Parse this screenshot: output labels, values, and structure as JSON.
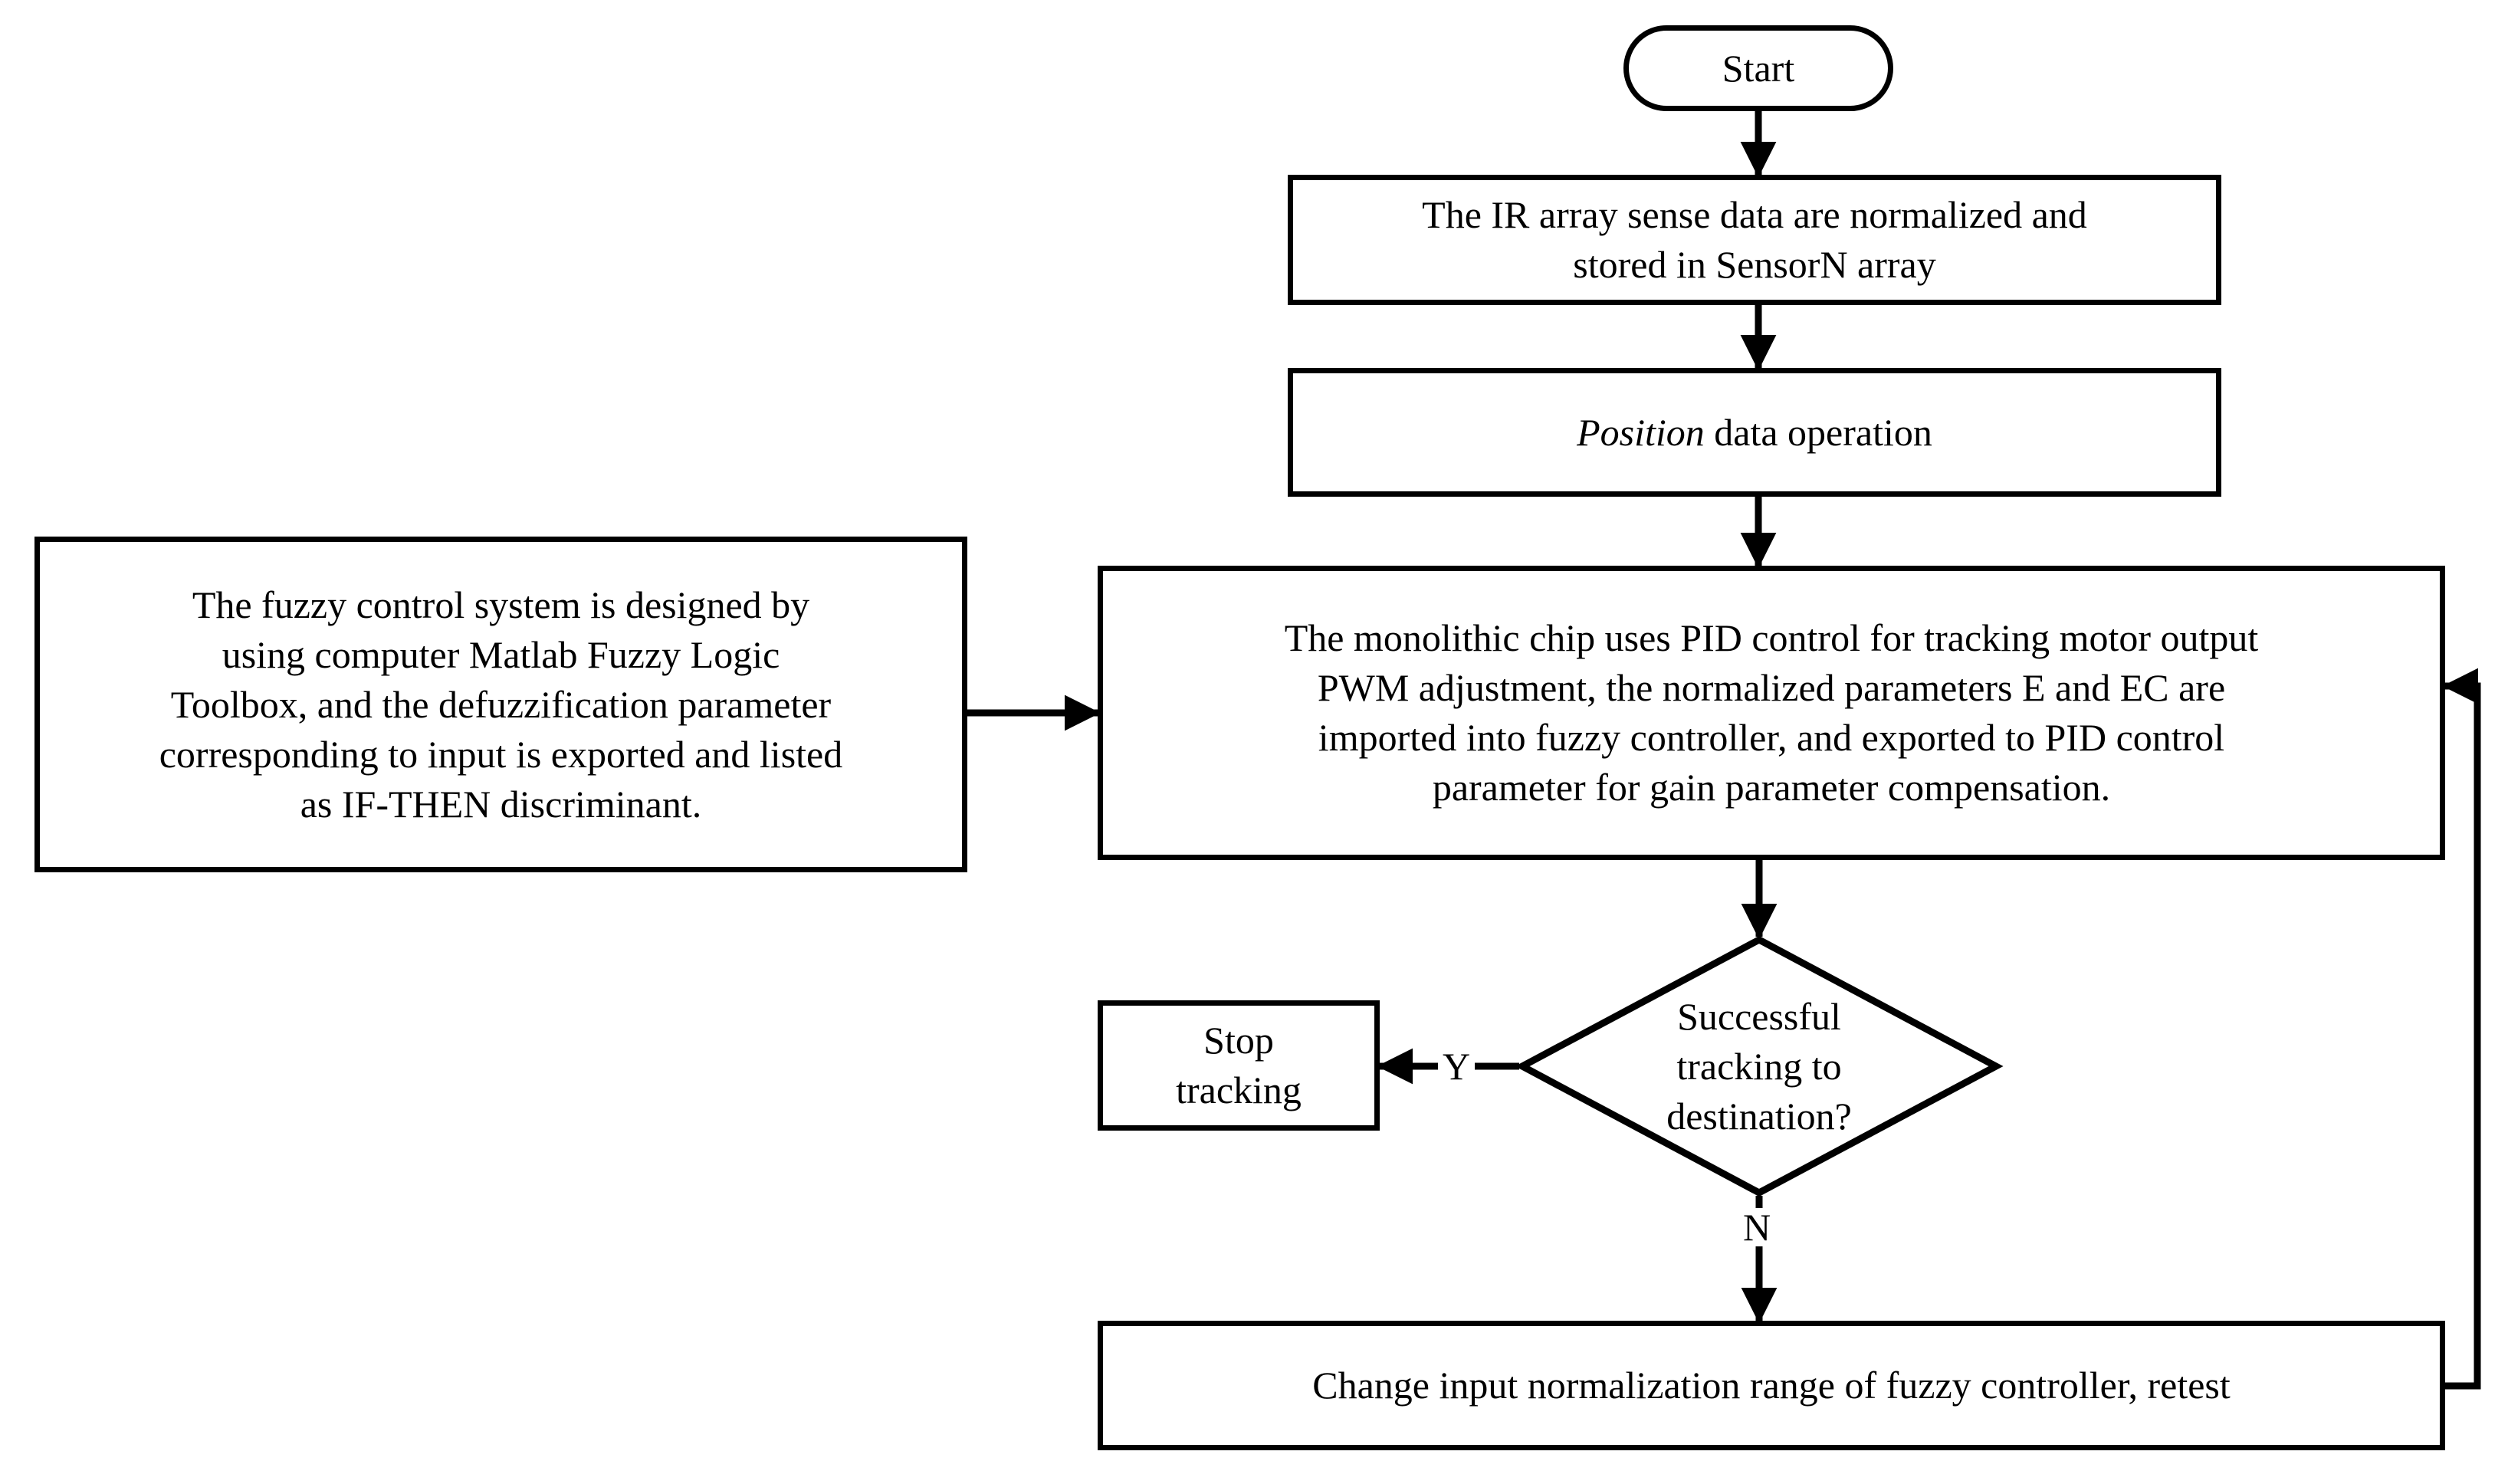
{
  "diagram": {
    "type": "flowchart",
    "title": "Fuzzy PID tracking control flowchart",
    "colors": {
      "stroke": "#000000",
      "fill": "#ffffff",
      "text": "#000000"
    }
  },
  "nodes": {
    "start": {
      "shape": "terminator",
      "label": "Start"
    },
    "sensor": {
      "shape": "process",
      "label": "The IR array sense data are normalized and stored in SensorN array",
      "line1": "The IR array sense data are normalized and",
      "line2": "stored in SensorN array"
    },
    "position": {
      "shape": "process",
      "label": "Position data operation",
      "emphasis": "Position",
      "rest": " data operation"
    },
    "pid": {
      "shape": "process",
      "label": "The monolithic chip uses PID control for tracking motor output PWM adjustment, the normalized parameters E and EC are imported into fuzzy controller, and exported to PID control parameter for gain parameter compensation.",
      "line1": "The monolithic chip uses PID control for tracking motor output",
      "line2": "PWM adjustment, the normalized parameters E and EC are",
      "line3": "imported into fuzzy controller, and exported to PID control",
      "line4": "parameter for gain parameter compensation."
    },
    "fuzzy": {
      "shape": "process",
      "label": "The fuzzy control system is designed by using computer Matlab Fuzzy Logic Toolbox, and the defuzzification parameter corresponding to input is exported and listed as IF-THEN discriminant.",
      "line1": "The fuzzy control system is designed by",
      "line2": "using computer Matlab Fuzzy Logic",
      "line3": "Toolbox, and the defuzzification parameter",
      "line4": "corresponding to input is exported and listed",
      "line5": "as IF-THEN discriminant."
    },
    "decision": {
      "shape": "decision",
      "label": "Successful tracking to destination?",
      "line1": "Successful",
      "line2": "tracking to",
      "line3": "destination?"
    },
    "stop": {
      "shape": "process",
      "label": "Stop tracking",
      "line1": "Stop",
      "line2": "tracking"
    },
    "change": {
      "shape": "process",
      "label": "Change input normalization range of fuzzy controller, retest"
    }
  },
  "edges": {
    "yes_label": "Y",
    "no_label": "N",
    "list": [
      {
        "from": "start",
        "to": "sensor",
        "label": ""
      },
      {
        "from": "sensor",
        "to": "position",
        "label": ""
      },
      {
        "from": "position",
        "to": "pid",
        "label": ""
      },
      {
        "from": "fuzzy",
        "to": "pid",
        "label": ""
      },
      {
        "from": "pid",
        "to": "decision",
        "label": ""
      },
      {
        "from": "decision",
        "to": "stop",
        "label": "Y"
      },
      {
        "from": "decision",
        "to": "change",
        "label": "N"
      },
      {
        "from": "change",
        "to": "pid",
        "label": ""
      }
    ]
  }
}
